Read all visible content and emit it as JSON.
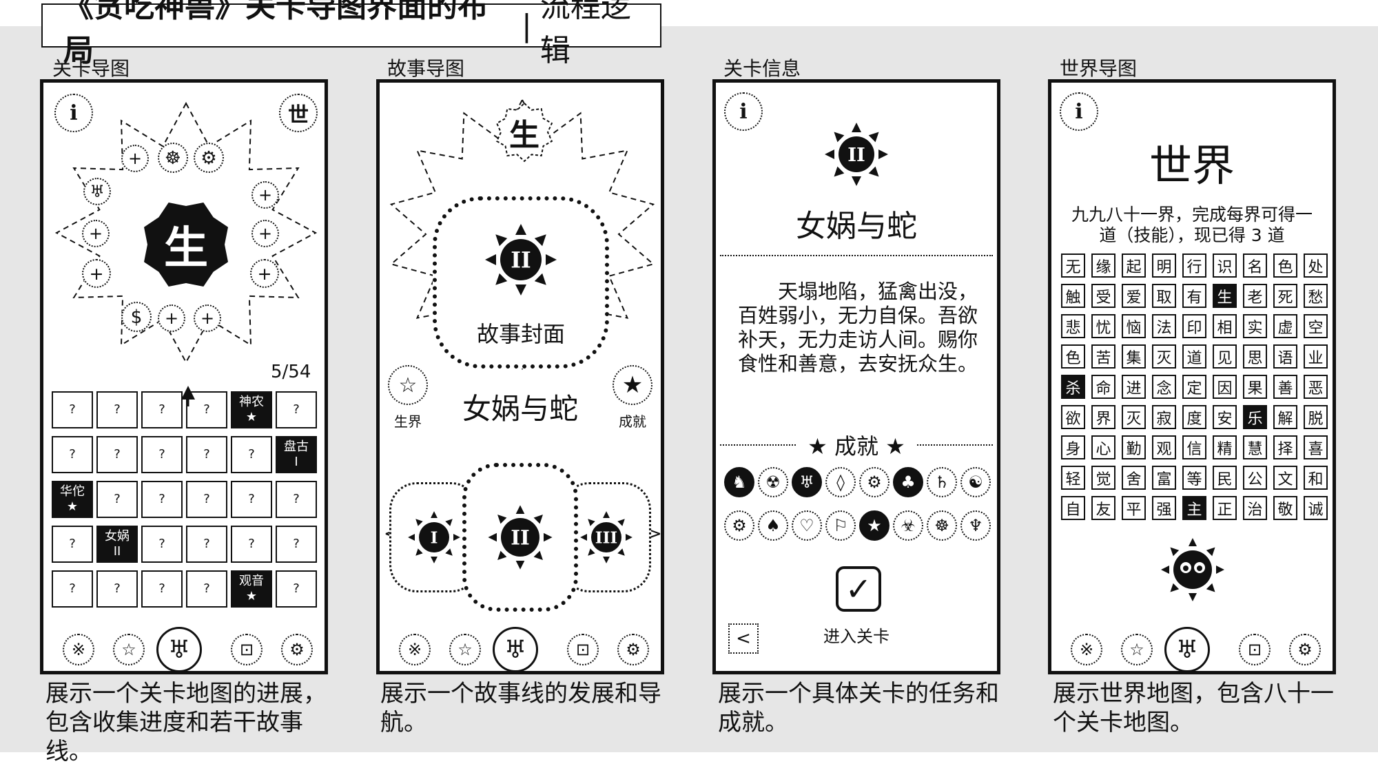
{
  "header": {
    "title_main": "《贪吃神兽》关卡导图界面的布局",
    "title_sep": "|",
    "title_sub": "流程逻辑"
  },
  "panels": {
    "p1": {
      "label": "关卡导图",
      "info": "i",
      "world": "世",
      "center_char": "生",
      "progress": "5/54",
      "grid": [
        [
          "?",
          "?",
          "?",
          "?",
          "神农\n★",
          "?"
        ],
        [
          "?",
          "?",
          "?",
          "?",
          "?",
          "盘古\nI"
        ],
        [
          "华佗\n★",
          "?",
          "?",
          "?",
          "?",
          "?"
        ],
        [
          "?",
          "女娲\nII",
          "?",
          "?",
          "?",
          "?"
        ],
        [
          "?",
          "?",
          "?",
          "?",
          "观音\n★",
          "?"
        ]
      ],
      "desc": "展示一个关卡地图的进展，包含收集进度和若干故事线。"
    },
    "p2": {
      "label": "故事导图",
      "top_char": "生",
      "cover_text": "故事封面",
      "story_name": "女娲与蛇",
      "left_label": "生界",
      "right_label": "成就",
      "numerals": [
        "I",
        "II",
        "III"
      ],
      "desc": "展示一个故事线的发展和导航。"
    },
    "p3": {
      "label": "关卡信息",
      "info": "i",
      "numeral": "II",
      "title": "女娲与蛇",
      "story": "天塌地陷，猛禽出没，百姓弱小，无力自保。吾欲补天，无力走访人间。赐你食性和善意，去安抚众生。",
      "ach_title": "★ 成就 ★",
      "ach_row1": [
        "♞",
        "☢",
        "♅",
        "◊",
        "⚙",
        "♣",
        "♄",
        "☯"
      ],
      "ach_row2": [
        "⚙",
        "♠",
        "♡",
        "⚐",
        "★",
        "☣",
        "☸",
        "♆"
      ],
      "check": "✓",
      "enter": "进入关卡",
      "back": "<",
      "desc": "展示一个具体关卡的任务和成就。"
    },
    "p4": {
      "label": "世界导图",
      "info": "i",
      "title": "世界",
      "subtitle_l1": "九九八十一界，完成每界可得一",
      "subtitle_l2": "道（技能），现已得 3 道",
      "grid": [
        [
          "无",
          "缘",
          "起",
          "明",
          "行",
          "识",
          "名",
          "色",
          "处"
        ],
        [
          "触",
          "受",
          "爱",
          "取",
          "有",
          "生",
          "老",
          "死",
          "愁"
        ],
        [
          "悲",
          "忧",
          "恼",
          "法",
          "印",
          "相",
          "实",
          "虚",
          "空"
        ],
        [
          "色",
          "苦",
          "集",
          "灭",
          "道",
          "见",
          "思",
          "语",
          "业"
        ],
        [
          "杀",
          "命",
          "进",
          "念",
          "定",
          "因",
          "果",
          "善",
          "恶"
        ],
        [
          "欲",
          "界",
          "灭",
          "寂",
          "度",
          "安",
          "乐",
          "解",
          "脱"
        ],
        [
          "身",
          "心",
          "勤",
          "观",
          "信",
          "精",
          "慧",
          "择",
          "喜"
        ],
        [
          "轻",
          "觉",
          "舍",
          "富",
          "等",
          "民",
          "公",
          "文",
          "和"
        ],
        [
          "自",
          "友",
          "平",
          "强",
          "主",
          "正",
          "治",
          "敬",
          "诚"
        ]
      ],
      "dark_cells": [
        "1-5",
        "4-0",
        "5-6",
        "8-4"
      ],
      "desc": "展示世界地图，包含八十一个关卡地图。"
    }
  },
  "nav": {
    "icons": [
      "※",
      "☆",
      "♅",
      "⊡",
      "⚙"
    ]
  }
}
